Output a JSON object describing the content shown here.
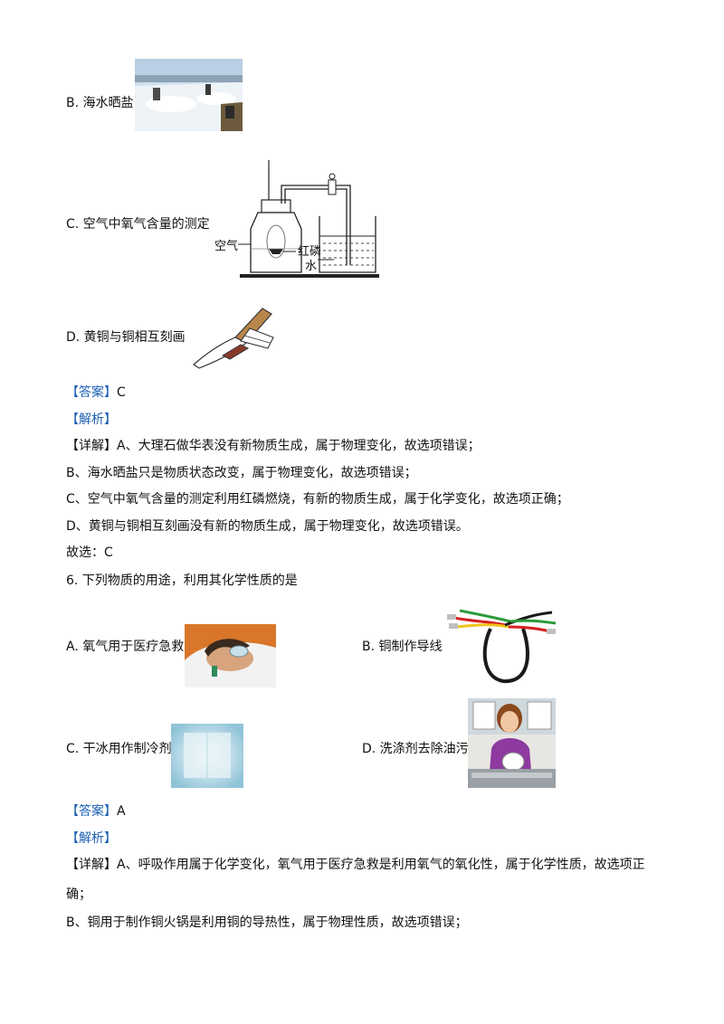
{
  "q5": {
    "option_b": "B. 海水晒盐",
    "option_c": "C. 空气中氧气含量的测定",
    "option_d": "D. 黄铜与铜相互刻画",
    "diagram": {
      "air_label": "空气",
      "phosphorus_label": "红磷",
      "water_label": "水"
    },
    "answer_tag": "【答案】",
    "answer": "C",
    "analysis_tag": "【解析】",
    "detail_tag": "【详解】",
    "detail_lines": [
      "A、大理石做华表没有新物质生成，属于物理变化，故选项错误；",
      "B、海水晒盐只是物质状态改变，属于物理变化，故选项错误；",
      "C、空气中氧气含量的测定利用红磷燃烧，有新的物质生成，属于化学变化，故选项正确；",
      "D、黄铜与铜相互刻画没有新的物质生成，属于物理变化，故选项错误。"
    ],
    "choice": "故选：C"
  },
  "q6": {
    "question": "6. 下列物质的用途，利用其化学性质的是",
    "option_a": "A. 氧气用于医疗急救",
    "option_b": "B. 铜制作导线",
    "option_c": "C. 干冰用作制冷剂",
    "option_d": "D. 洗涤剂去除油污",
    "answer_tag": "【答案】",
    "answer": "A",
    "analysis_tag": "【解析】",
    "detail_tag": "【详解】",
    "detail_line1": "A、呼吸作用属于化学变化，氧气用于医疗急救是利用氧气的氧化性，属于化学性质，故选项正",
    "detail_line1_cont": "确；",
    "detail_line2": "B、铜用于制作铜火锅是利用铜的导热性，属于物理性质，故选项错误；"
  },
  "colors": {
    "tag": "#1a5fb4",
    "text": "#111111"
  }
}
